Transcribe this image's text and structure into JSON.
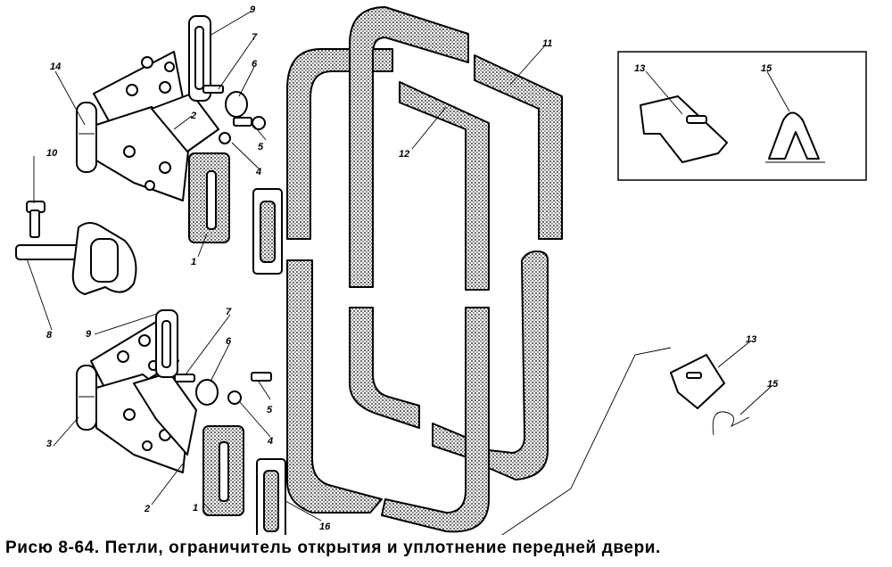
{
  "caption": "Рисю 8-64. Петли, ограничитель открытия и уплотнение передней двери.",
  "labels": {
    "l14": "14",
    "l9a": "9",
    "l7a": "7",
    "l6a": "6",
    "l2a": "2",
    "l5a": "5",
    "l4a": "4",
    "l10": "10",
    "l1a": "1",
    "l8": "8",
    "l9b": "9",
    "l7b": "7",
    "l6b": "6",
    "l3": "3",
    "l5b": "5",
    "l4b": "4",
    "l2b": "2",
    "l1b": "1",
    "l16": "16",
    "l11": "11",
    "l12": "12",
    "l13a": "13",
    "l15a": "15",
    "l13b": "13",
    "l15b": "15"
  }
}
